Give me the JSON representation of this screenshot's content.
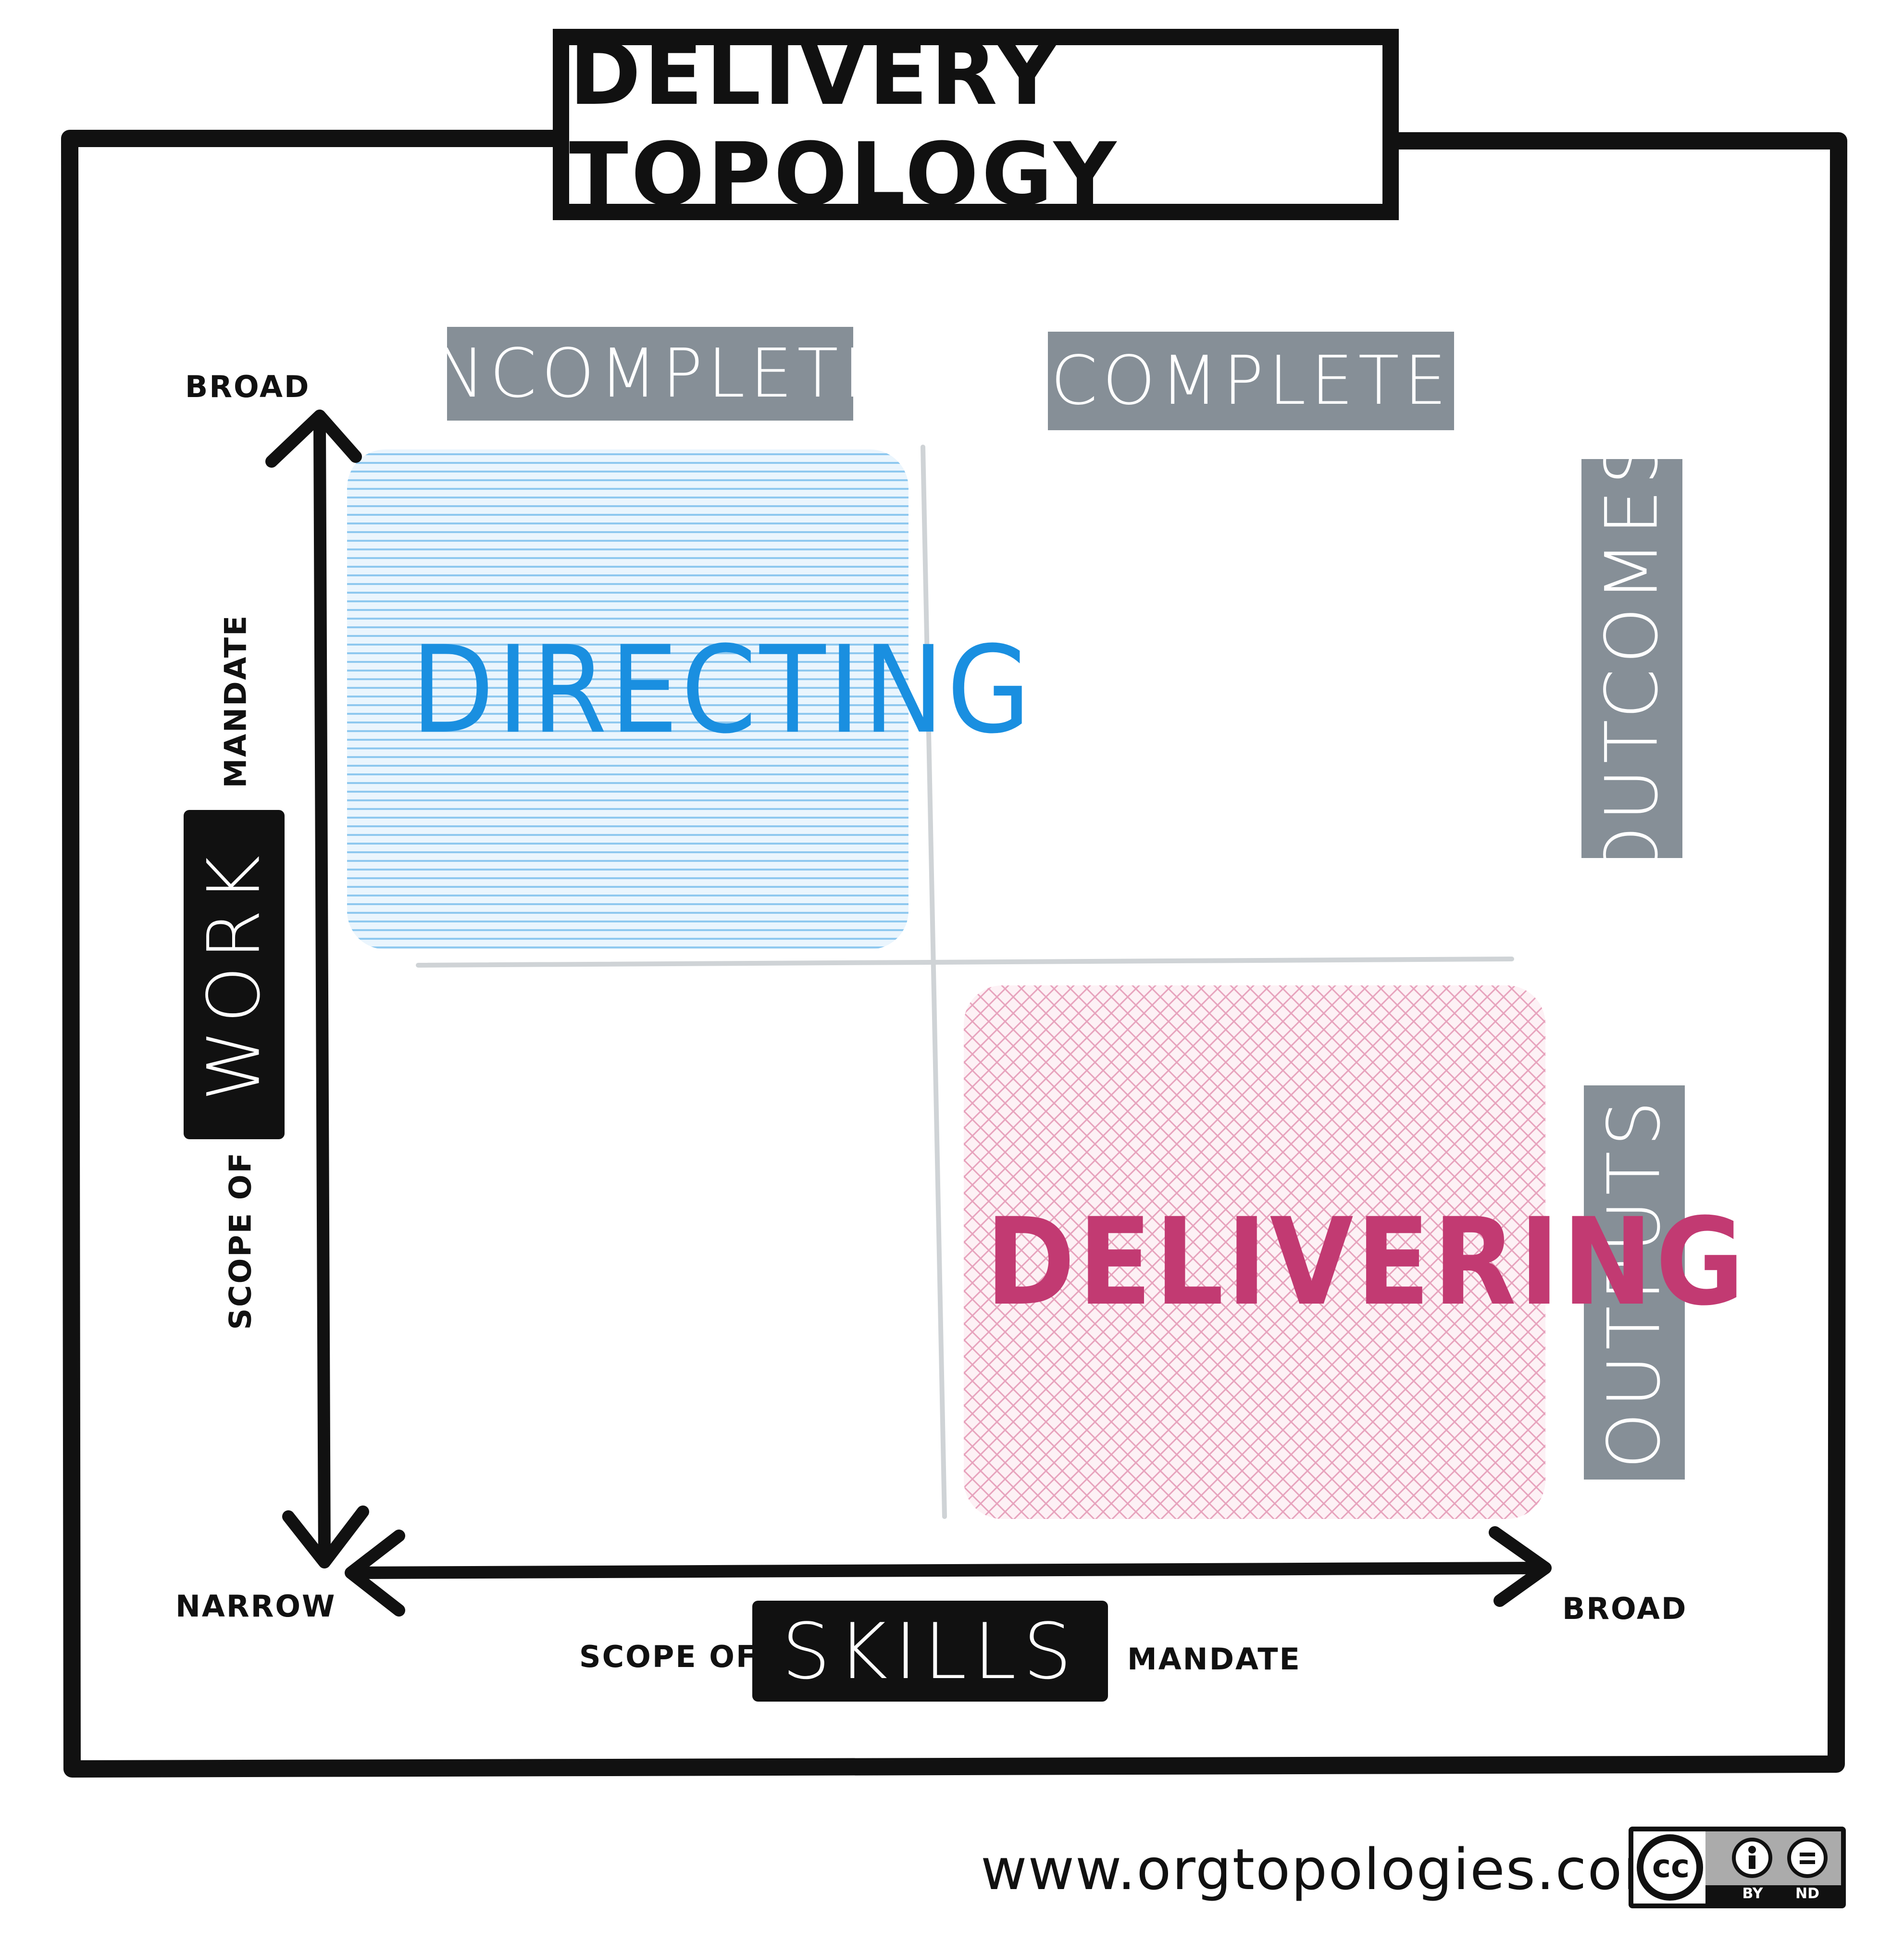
{
  "title": "DELIVERY TOPOLOGY",
  "columns": {
    "left": "INCOMPLETE",
    "right": "COMPLETE"
  },
  "rows": {
    "top": "OUTCOMES",
    "bottom": "OUTPUTS"
  },
  "quadrants": {
    "top_left": "DIRECTING",
    "bottom_right": "DELIVERING"
  },
  "y_axis": {
    "top_label": "BROAD",
    "prefix": "SCOPE OF",
    "highlight": "WORK",
    "suffix": "MANDATE"
  },
  "x_axis": {
    "origin_label": "NARROW",
    "right_label": "BROAD",
    "prefix": "SCOPE OF",
    "highlight": "SKILLS",
    "suffix": "MANDATE"
  },
  "footer": {
    "url": "www.orgtopologies.com",
    "license_cc": "cc",
    "license_by": "BY",
    "license_nd": "ND"
  },
  "colors": {
    "directing": "#1a8fe0",
    "delivering": "#c23a72",
    "tag_gray": "#868f97",
    "ink": "#111111"
  }
}
